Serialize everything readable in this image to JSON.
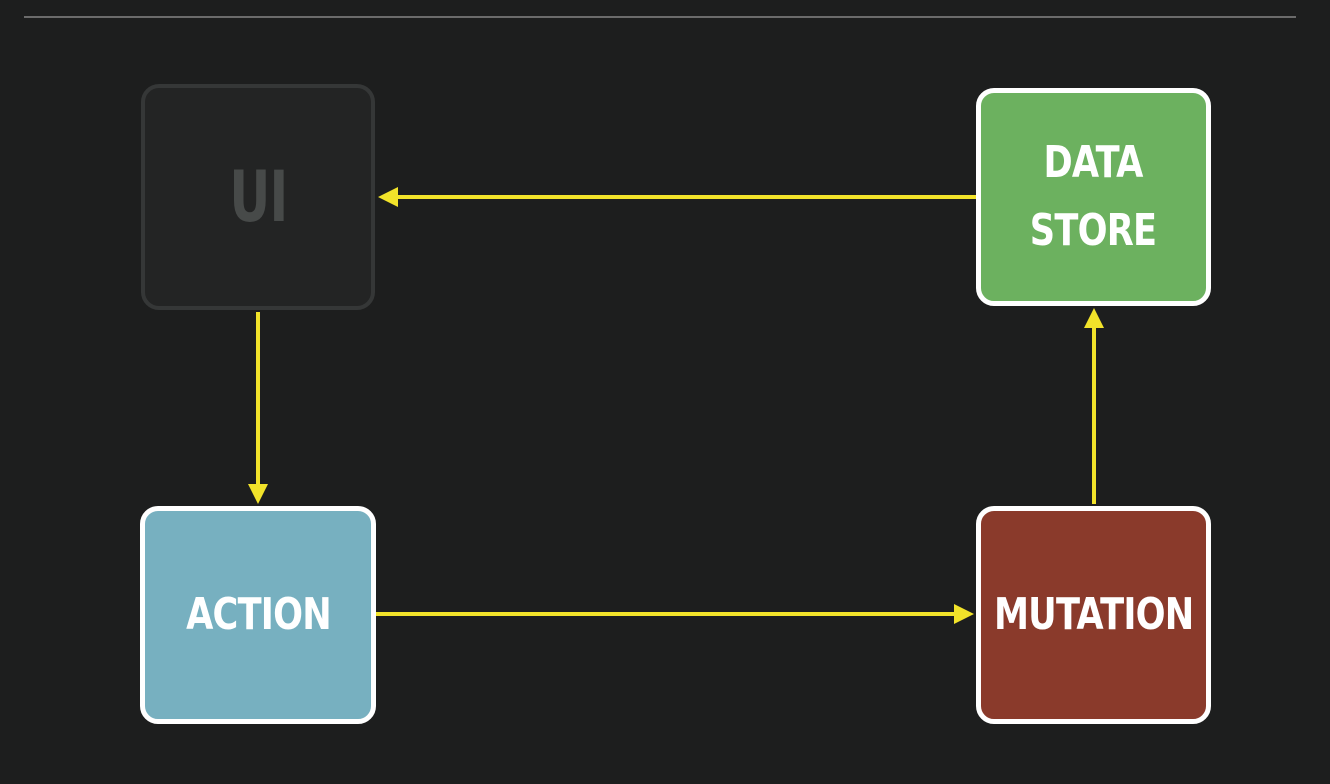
{
  "diagram": {
    "nodes": {
      "ui": {
        "label": "UI",
        "fill": "#232424",
        "border": "#353737",
        "text_color": "#474a49"
      },
      "data_store": {
        "label": "DATA\nSTORE",
        "fill": "#6cb15f",
        "border": "#ffffff",
        "text_color": "#ffffff"
      },
      "action": {
        "label": "ACTION",
        "fill": "#77b0c0",
        "border": "#ffffff",
        "text_color": "#ffffff"
      },
      "mutation": {
        "label": "MUTATION",
        "fill": "#8a3a2b",
        "border": "#ffffff",
        "text_color": "#ffffff"
      }
    },
    "edges": [
      {
        "from": "data_store",
        "to": "ui"
      },
      {
        "from": "ui",
        "to": "action"
      },
      {
        "from": "action",
        "to": "mutation"
      },
      {
        "from": "mutation",
        "to": "data_store"
      }
    ],
    "arrow_color": "#f2e32a",
    "background": "#1d1e1e"
  }
}
